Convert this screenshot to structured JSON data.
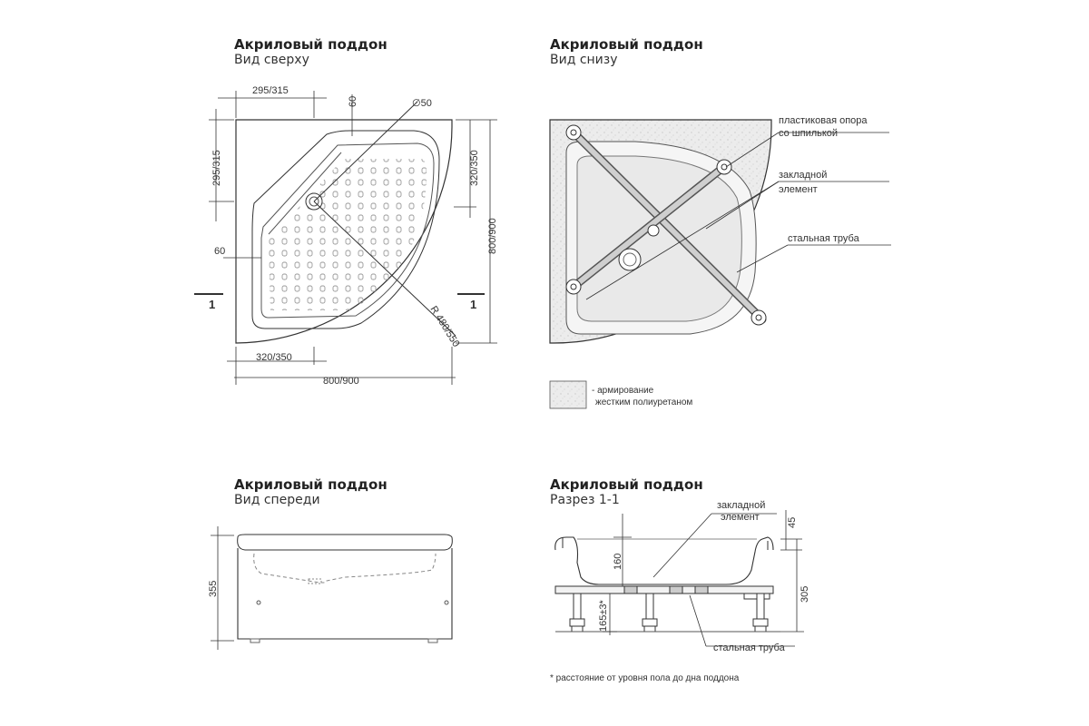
{
  "top_left": {
    "title": "Акриловый поддон",
    "subtitle": "Вид сверху"
  },
  "top_right": {
    "title": "Акриловый поддон",
    "subtitle": "Вид снизу"
  },
  "bottom_left": {
    "title": "Акриловый поддон",
    "subtitle": "Вид спереди"
  },
  "bottom_right": {
    "title": "Акриловый поддон",
    "subtitle": "Разрез 1-1"
  },
  "dims_top": {
    "d295_top": "295/315",
    "d50": "∅50",
    "d60_top": "60",
    "d295_side": "295/315",
    "d320_side": "320/350",
    "d800_side": "800/900",
    "d60_left": "60",
    "d320_bottom": "320/350",
    "d800_bottom": "800/900",
    "radius": "R 480/550",
    "section_mark": "1"
  },
  "labels_bottom_view": {
    "support": "пластиковая опора",
    "support2": "со шпилькой",
    "embedded": "закладной",
    "embedded2": "элемент",
    "pipe": "стальная труба"
  },
  "legend": {
    "line1": "- армирование",
    "line2": "жестким полиуретаном"
  },
  "dims_front": {
    "d355": "355"
  },
  "section": {
    "embedded": "закладной",
    "embedded2": "элемент",
    "pipe": "стальная труба",
    "d45": "45",
    "d160": "160",
    "d305": "305",
    "d165": "165±3*"
  },
  "footnote": "* расстояние от уровня пола до дна поддона",
  "colors": {
    "line": "#333333",
    "shade": "#e6e6e6",
    "dot": "#bdbdbd"
  }
}
